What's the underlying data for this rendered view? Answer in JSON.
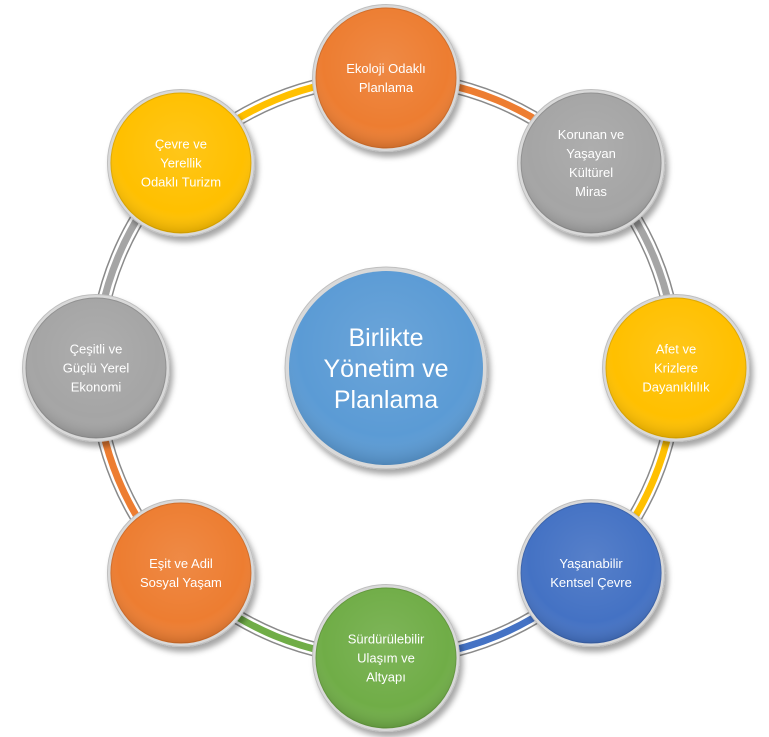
{
  "center": {
    "lines": [
      "Birlikte",
      "Yönetim ve",
      "Planlama"
    ],
    "color": "#5b9bd5"
  },
  "nodes": [
    {
      "id": "ekoloji",
      "lines": [
        "Ekoloji Odaklı",
        "Planlama"
      ],
      "color": "#ed7d31"
    },
    {
      "id": "korunan",
      "lines": [
        "Korunan ve",
        "Yaşayan",
        "Kültürel",
        "Miras"
      ],
      "color": "#a5a5a5"
    },
    {
      "id": "afet",
      "lines": [
        "Afet ve",
        "Krizlere",
        "Dayanıklılık"
      ],
      "color": "#ffc000"
    },
    {
      "id": "yasanabilir",
      "lines": [
        "Yaşanabilir",
        "Kentsel Çevre"
      ],
      "color": "#4472c4"
    },
    {
      "id": "surdurulebilir",
      "lines": [
        "Sürdürülebilir",
        "Ulaşım ve",
        "Altyapı"
      ],
      "color": "#70ad47"
    },
    {
      "id": "esit",
      "lines": [
        "Eşit ve Adil",
        "Sosyal Yaşam"
      ],
      "color": "#ed7d31"
    },
    {
      "id": "cesitli",
      "lines": [
        "Çeşitli ve",
        "Güçlü Yerel",
        "Ekonomi"
      ],
      "color": "#a5a5a5"
    },
    {
      "id": "cevre",
      "lines": [
        "Çevre ve",
        "Yerellik",
        "Odaklı Turizm"
      ],
      "color": "#ffc000"
    }
  ],
  "ring_segments": [
    {
      "from": "ekoloji",
      "to": "korunan",
      "color": "#ed7d31"
    },
    {
      "from": "korunan",
      "to": "afet",
      "color": "#a5a5a5"
    },
    {
      "from": "afet",
      "to": "yasanabilir",
      "color": "#ffc000"
    },
    {
      "from": "yasanabilir",
      "to": "surdurulebilir",
      "color": "#4472c4"
    },
    {
      "from": "surdurulebilir",
      "to": "esit",
      "color": "#70ad47"
    },
    {
      "from": "esit",
      "to": "cesitli",
      "color": "#ed7d31"
    },
    {
      "from": "cesitli",
      "to": "cevre",
      "color": "#a5a5a5"
    },
    {
      "from": "cevre",
      "to": "ekoloji",
      "color": "#ffc000"
    }
  ]
}
